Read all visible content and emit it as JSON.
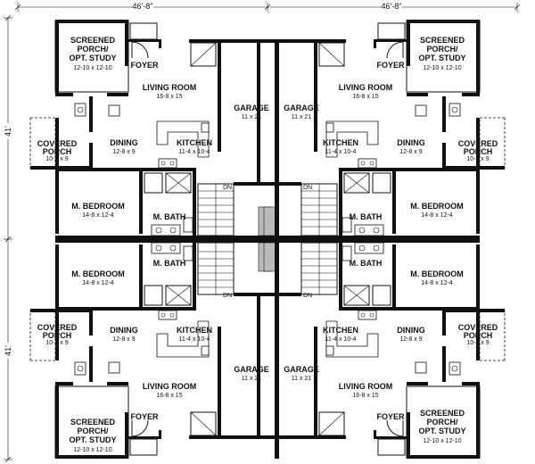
{
  "dimensions": {
    "width_left": "46'-8\"",
    "width_right": "46'-8\"",
    "depth_upper": "41'",
    "depth_lower": "41'"
  },
  "units": {
    "top_left": {
      "screened_porch": {
        "name": "SCREENED\nPORCH/\nOPT. STUDY",
        "size": "12-10 x 12-10"
      },
      "foyer": "FOYER",
      "living_room": {
        "name": "LIVING ROOM",
        "size": "16-8 x 15"
      },
      "garage": {
        "name": "GARAGE",
        "size": "11 x 21"
      },
      "covered_porch": {
        "name": "COVERED\nPORCH",
        "size": "10-4 x 9"
      },
      "dining": {
        "name": "DINING",
        "size": "12-8 x 9"
      },
      "kitchen": {
        "name": "KITCHEN",
        "size": "11-4 x 10-4"
      },
      "master_bedroom": {
        "name": "M. BEDROOM",
        "size": "14-8 x 12-4"
      },
      "master_bath": "M. BATH",
      "stair": "DN"
    },
    "top_right": {
      "screened_porch": {
        "name": "SCREENED\nPORCH/\nOPT. STUDY",
        "size": "12-10 x 12-10"
      },
      "foyer": "FOYER",
      "living_room": {
        "name": "LIVING ROOM",
        "size": "16-8 x 15"
      },
      "garage": {
        "name": "GARAGE",
        "size": "11 x 21"
      },
      "covered_porch": {
        "name": "COVERED\nPORCH",
        "size": "10-4 x 9"
      },
      "dining": {
        "name": "DINING",
        "size": "12-8 x 9"
      },
      "kitchen": {
        "name": "KITCHEN",
        "size": "11-4 x 10-4"
      },
      "master_bedroom": {
        "name": "M. BEDROOM",
        "size": "14-8 x 12-4"
      },
      "master_bath": "M. BATH",
      "stair": "DN"
    },
    "bottom_left": {
      "screened_porch": {
        "name": "SCREENED\nPORCH/\nOPT. STUDY",
        "size": "12-10 x 12-10"
      },
      "foyer": "FOYER",
      "living_room": {
        "name": "LIVING ROOM",
        "size": "16-8 x 15"
      },
      "garage": {
        "name": "GARAGE",
        "size": "11 x 21"
      },
      "covered_porch": {
        "name": "COVERED\nPORCH",
        "size": "10-4 x 9"
      },
      "dining": {
        "name": "DINING",
        "size": "12-8 x 9"
      },
      "kitchen": {
        "name": "KITCHEN",
        "size": "11-4 x 10-4"
      },
      "master_bedroom": {
        "name": "M. BEDROOM",
        "size": "14-8 x 12-4"
      },
      "master_bath": "M. BATH",
      "stair": "DN"
    },
    "bottom_right": {
      "screened_porch": {
        "name": "SCREENED\nPORCH/\nOPT. STUDY",
        "size": "12-10 x 12-10"
      },
      "foyer": "FOYER",
      "living_room": {
        "name": "LIVING ROOM",
        "size": "16-8 x 15"
      },
      "garage": {
        "name": "GARAGE",
        "size": "11 x 21"
      },
      "covered_porch": {
        "name": "COVERED\nPORCH",
        "size": "10-4 x 9"
      },
      "dining": {
        "name": "DINING",
        "size": "12-8 x 9"
      },
      "kitchen": {
        "name": "KITCHEN",
        "size": "11-4 x 10-4"
      },
      "master_bedroom": {
        "name": "M. BEDROOM",
        "size": "14-8 x 12-4"
      },
      "master_bath": "M. BATH",
      "stair": "DN"
    }
  }
}
